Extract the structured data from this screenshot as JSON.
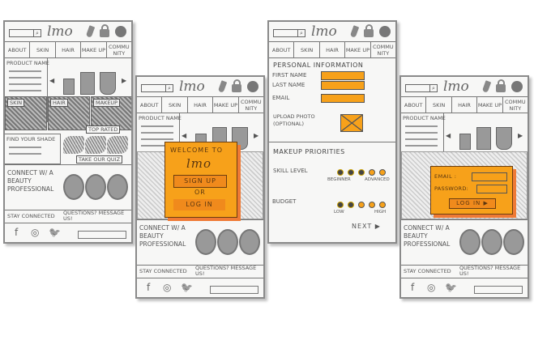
{
  "header": {
    "logo": "lmo",
    "search_icon": "search-icon",
    "icons": [
      "pen-icon",
      "lock-icon",
      "user-icon"
    ]
  },
  "nav": [
    "ABOUT",
    "SKIN",
    "HAIR",
    "MAKE UP",
    "COMMUNITY"
  ],
  "home": {
    "product_name": "PRODUCT NAME",
    "tiles": [
      "SKIN",
      "HAIR",
      "MAKEUP"
    ],
    "top_rated": "TOP RATED",
    "find_shade": "FIND YOUR SHADE",
    "take_quiz": "TAKE OUR QUIZ",
    "connect": "CONNECT W/ A BEAUTY PROFESSIONAL",
    "stay_connected": "STAY CONNECTED",
    "questions": "QUESTIONS? MESSAGE US!",
    "social": [
      "f",
      "◎",
      "🐦"
    ]
  },
  "welcome_modal": {
    "title": "WELCOME TO",
    "logo": "lmo",
    "sign_up": "SIGN UP",
    "or": "OR",
    "log_in": "LOG IN"
  },
  "login_modal": {
    "email_label": "EMAIL :",
    "password_label": "PASSWORD:",
    "log_in": "LOG IN ▶"
  },
  "signup_form": {
    "personal_title": "PERSONAL INFORMATION",
    "first_name": "FIRST NAME",
    "last_name": "LAST NAME",
    "email": "EMAIL",
    "upload_photo": "UPLOAD PHOTO (OPTIONAL)",
    "priorities_title": "MAKEUP PRIORITIES",
    "skill_level": "SKILL LEVEL",
    "skill_min": "BEGINNER",
    "skill_max": "ADVANCED",
    "skill_value": 3,
    "budget": "BUDGET",
    "budget_min": "LOW",
    "budget_max": "HIGH",
    "budget_value": 2,
    "scale_max": 5,
    "next": "NEXT ▶"
  },
  "colors": {
    "accent": "#f7a11a",
    "accent_dark": "#ef7a35",
    "sketch": "#777777"
  }
}
